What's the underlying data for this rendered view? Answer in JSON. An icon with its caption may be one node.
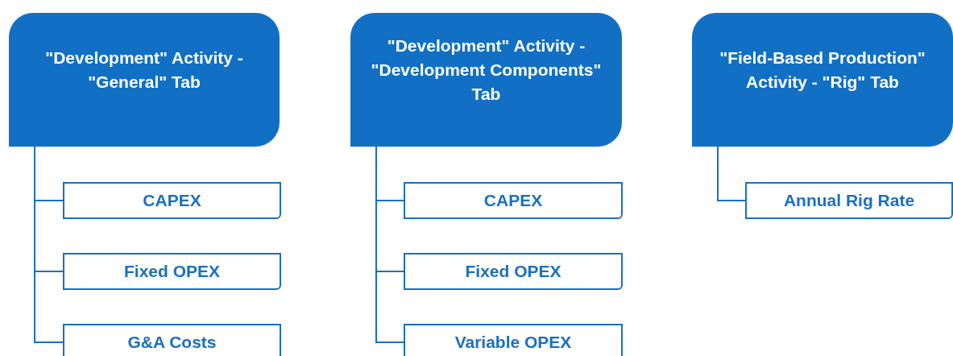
{
  "diagram": {
    "nodes": [
      {
        "text": [
          "\"Development\" Activity - \"General\" Tab"
        ]
      },
      {
        "text": [
          "CAPEX"
        ]
      },
      {
        "text": [
          "Fixed OPEX"
        ]
      },
      {
        "text": [
          "G&A Costs"
        ]
      },
      {
        "text": [
          "\"Development\" Activity - \"Development Components\" Tab"
        ]
      },
      {
        "text": [
          "CAPEX"
        ]
      },
      {
        "text": [
          "Fixed OPEX"
        ]
      },
      {
        "text": [
          "Variable OPEX"
        ]
      },
      {
        "text": [
          "\"Field-Based Production\" Activity - \"Rig\" Tab"
        ]
      },
      {
        "text": [
          "Annual Rig Rate"
        ]
      }
    ],
    "edges": [
      {
        "from": 0,
        "to": 1,
        "arrow": "none"
      },
      {
        "from": 0,
        "to": 2,
        "arrow": "none"
      },
      {
        "from": 0,
        "to": 3,
        "arrow": "none"
      },
      {
        "from": 4,
        "to": 5,
        "arrow": "none"
      },
      {
        "from": 4,
        "to": 6,
        "arrow": "none"
      },
      {
        "from": 4,
        "to": 7,
        "arrow": "none"
      },
      {
        "from": 8,
        "to": 9,
        "arrow": "none"
      }
    ]
  }
}
